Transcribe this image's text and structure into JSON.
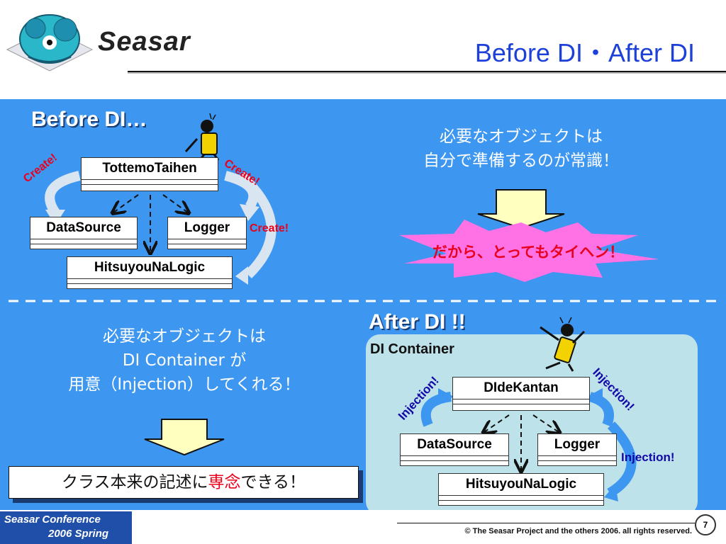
{
  "header": {
    "logo_text": "Seasar",
    "title": "Before DI・After DI"
  },
  "before": {
    "section_title": "Before DI…",
    "boxes": {
      "top": "TottemoTaihen",
      "left": "DataSource",
      "right": "Logger",
      "bottom": "HitsuyouNaLogic"
    },
    "create_labels": [
      "Create!",
      "Create!",
      "Create!"
    ],
    "explain_line1": "必要なオブジェクトは",
    "explain_line2": "自分で準備するのが常識！",
    "burst_text": "だから、とってもタイヘン！"
  },
  "after": {
    "section_title": "After DI !!",
    "container_label": "DI Container",
    "boxes": {
      "top": "DIdeKantan",
      "left": "DataSource",
      "right": "Logger",
      "bottom": "HitsuyouNaLogic"
    },
    "injection_labels": [
      "Injection!",
      "Injection!",
      "Injection!"
    ],
    "explain_line1": "必要なオブジェクトは",
    "explain_line2": "DI Container が",
    "explain_line3": "用意（Injection）してくれる！",
    "conclusion_pre": "クラス本来の記述に",
    "conclusion_em": "専念",
    "conclusion_post": "できる！"
  },
  "footer": {
    "conf_line1": "Seasar Conference",
    "conf_line2": "2006 Spring",
    "copyright": "© The Seasar Project and the others 2006. all rights reserved.",
    "page": "7"
  }
}
